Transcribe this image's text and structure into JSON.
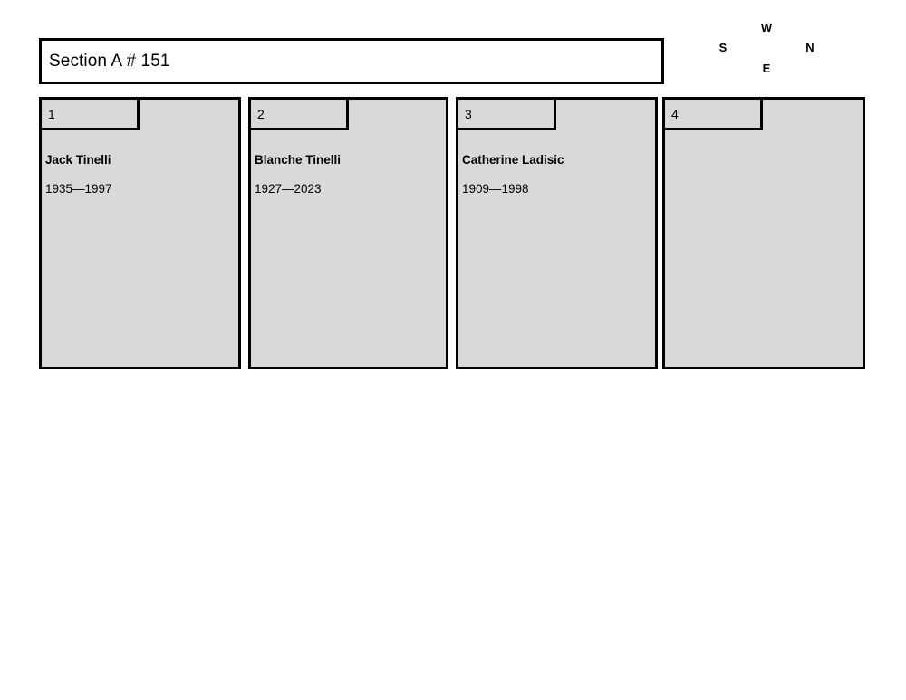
{
  "section": {
    "title": "Section A # 151"
  },
  "compass": {
    "north_label": "N",
    "south_label": "S",
    "east_label": "E",
    "west_label": "W"
  },
  "colors": {
    "plot_fill": "#d9d9d9",
    "border": "#000000",
    "title_fill": "#ffffff",
    "page_background": "#ffffff"
  },
  "plots": [
    {
      "number": "1",
      "name": "Jack Tinelli",
      "dates": "1935—1997"
    },
    {
      "number": "2",
      "name": "Blanche Tinelli",
      "dates": "1927—2023"
    },
    {
      "number": "3",
      "name": "Catherine Ladisic",
      "dates": "1909—1998"
    },
    {
      "number": "4",
      "name": "",
      "dates": ""
    }
  ]
}
